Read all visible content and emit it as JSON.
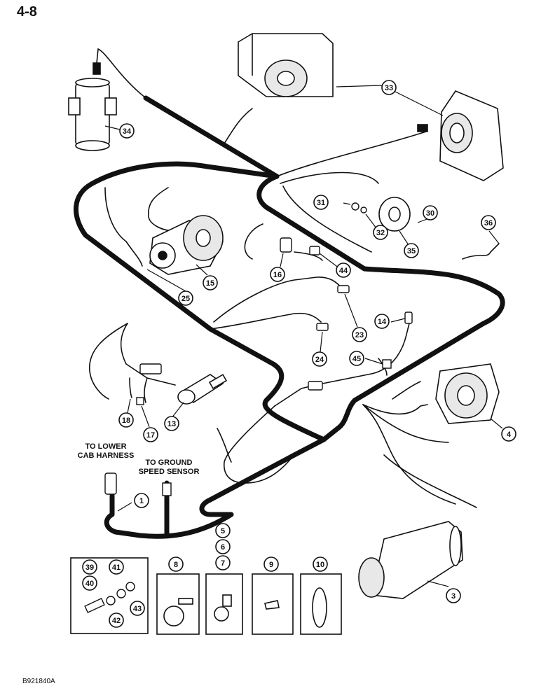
{
  "page_number": "4-8",
  "figure_code": "B921840A",
  "notes": {
    "lower_cab_line1": "TO LOWER",
    "lower_cab_line2": "CAB HARNESS",
    "ground_speed_line1": "TO GROUND",
    "ground_speed_line2": "SPEED SENSOR"
  },
  "callouts": [
    "1",
    "3",
    "4",
    "5",
    "6",
    "7",
    "8",
    "9",
    "10",
    "13",
    "14",
    "15",
    "16",
    "17",
    "18",
    "23",
    "24",
    "25",
    "30",
    "31",
    "32",
    "33",
    "34",
    "35",
    "36",
    "39",
    "40",
    "41",
    "42",
    "43",
    "44",
    "45"
  ],
  "colors": {
    "line": "#111111",
    "paper": "#ffffff",
    "shade": "#bdbdbd"
  }
}
